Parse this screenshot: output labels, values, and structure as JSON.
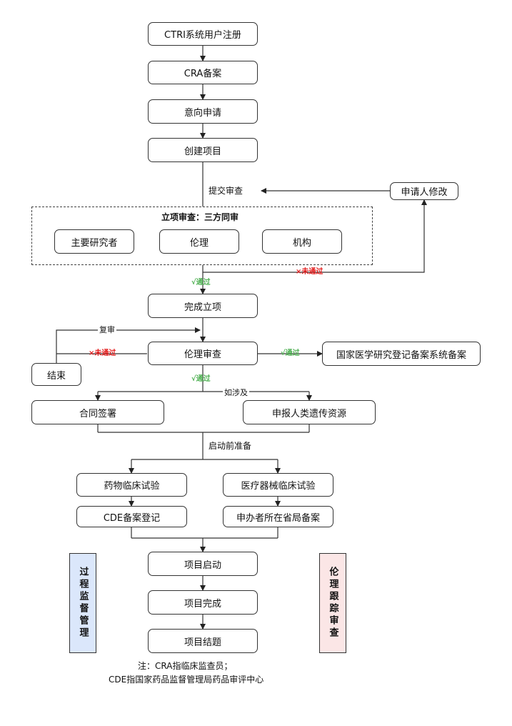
{
  "steps": {
    "ctri": "CTRI系统用户注册",
    "cra": "CRA备案",
    "intent": "意向申请",
    "create": "创建项目",
    "submit": "提交审查",
    "modify": "申请人修改",
    "review_title": "立项审查：三方同审",
    "pi": "主要研究者",
    "ethics": "伦理",
    "institution": "机构",
    "fail_1": "×未通过",
    "pass_1": "√通过",
    "complete_setup": "完成立项",
    "recheck": "复审",
    "ethics_review": "伦理审查",
    "fail_2": "×未通过",
    "end": "结束",
    "pass_2": "√通过",
    "national": "国家医学研究登记备案系统备案",
    "pass_3": "√通过",
    "if_involved": "如涉及",
    "contract": "合同签署",
    "genetic": "申报人类遗传资源",
    "prep": "启动前准备",
    "drug_trial": "药物临床试验",
    "device_trial": "医疗器械临床试验",
    "cde_record": "CDE备案登记",
    "province_record": "申办者所在省局备案",
    "kickoff": "项目启动",
    "finish": "项目完成",
    "closing": "项目结题",
    "process_supervision": "过程监督管理",
    "ethics_tracking": "伦理跟踪审查"
  },
  "notes": {
    "line1": "注：CRA指临床监查员；",
    "line2": "CDE指国家药品监督管理局药品审评中心"
  },
  "colors": {
    "pass": "#4caf50",
    "fail": "#e31b1b",
    "process_supervision_bg": "#dbe7fb",
    "ethics_tracking_bg": "#fbe6e6"
  }
}
